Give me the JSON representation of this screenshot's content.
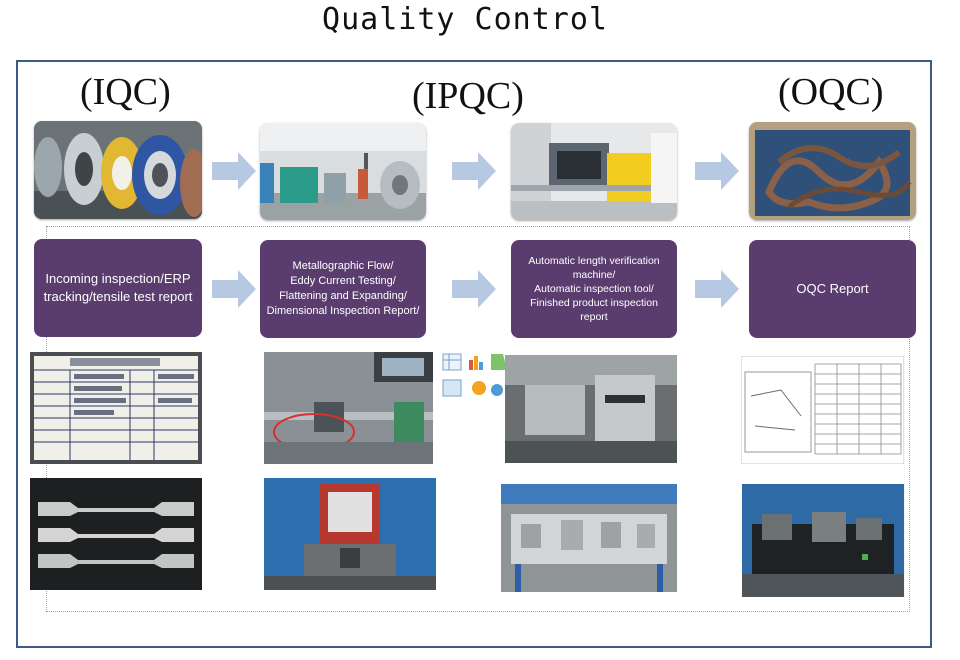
{
  "title": "Quality Control",
  "stages": {
    "iqc": "(IQC)",
    "ipqc": "(IPQC)",
    "oqc": "(OQC)"
  },
  "boxes": {
    "iqc": [
      "Incoming inspection/ERP",
      "tracking/tensile test report"
    ],
    "ipqc1": [
      "Metallographic Flow/",
      "Eddy Current Testing/",
      "Flattening and Expanding/",
      "Dimensional Inspection Report/"
    ],
    "ipqc2": [
      "Automatic length verification",
      "machine/",
      "Automatic inspection tool/",
      "Finished product inspection report"
    ],
    "oqc": [
      "OQC Report"
    ]
  },
  "colors": {
    "box_fill": "#5a3d6e",
    "arrow_fill": "#b7c8e3",
    "frame": "#3b5a86"
  },
  "icons": [
    "coil-photo",
    "machine-photo",
    "bender-photo",
    "parts-photo",
    "arrow-right-icon"
  ]
}
